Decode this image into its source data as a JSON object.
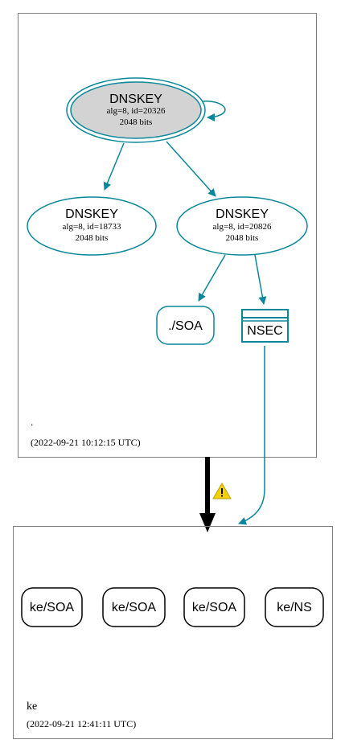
{
  "colors": {
    "teal": "#0a879a",
    "ksk_fill": "#d3d3d3",
    "border": "#7f7f7f",
    "black": "#000000",
    "warning_fill": "#f5d000"
  },
  "root_zone": {
    "name": ".",
    "timestamp": "(2022-09-21 10:12:15 UTC)",
    "ksk": {
      "type": "DNSKEY",
      "detail": "alg=8, id=20326",
      "bits": "2048 bits"
    },
    "zsk_left": {
      "type": "DNSKEY",
      "detail": "alg=8, id=18733",
      "bits": "2048 bits"
    },
    "zsk_right": {
      "type": "DNSKEY",
      "detail": "alg=8, id=20826",
      "bits": "2048 bits"
    },
    "soa": {
      "label": "./SOA"
    },
    "nsec": {
      "label": "NSEC"
    }
  },
  "ke_zone": {
    "name": "ke",
    "timestamp": "(2022-09-21 12:41:11 UTC)",
    "records": [
      {
        "label": "ke/SOA"
      },
      {
        "label": "ke/SOA"
      },
      {
        "label": "ke/SOA"
      },
      {
        "label": "ke/NS"
      }
    ]
  },
  "delegation": {
    "warning_icon": "warning-icon"
  }
}
